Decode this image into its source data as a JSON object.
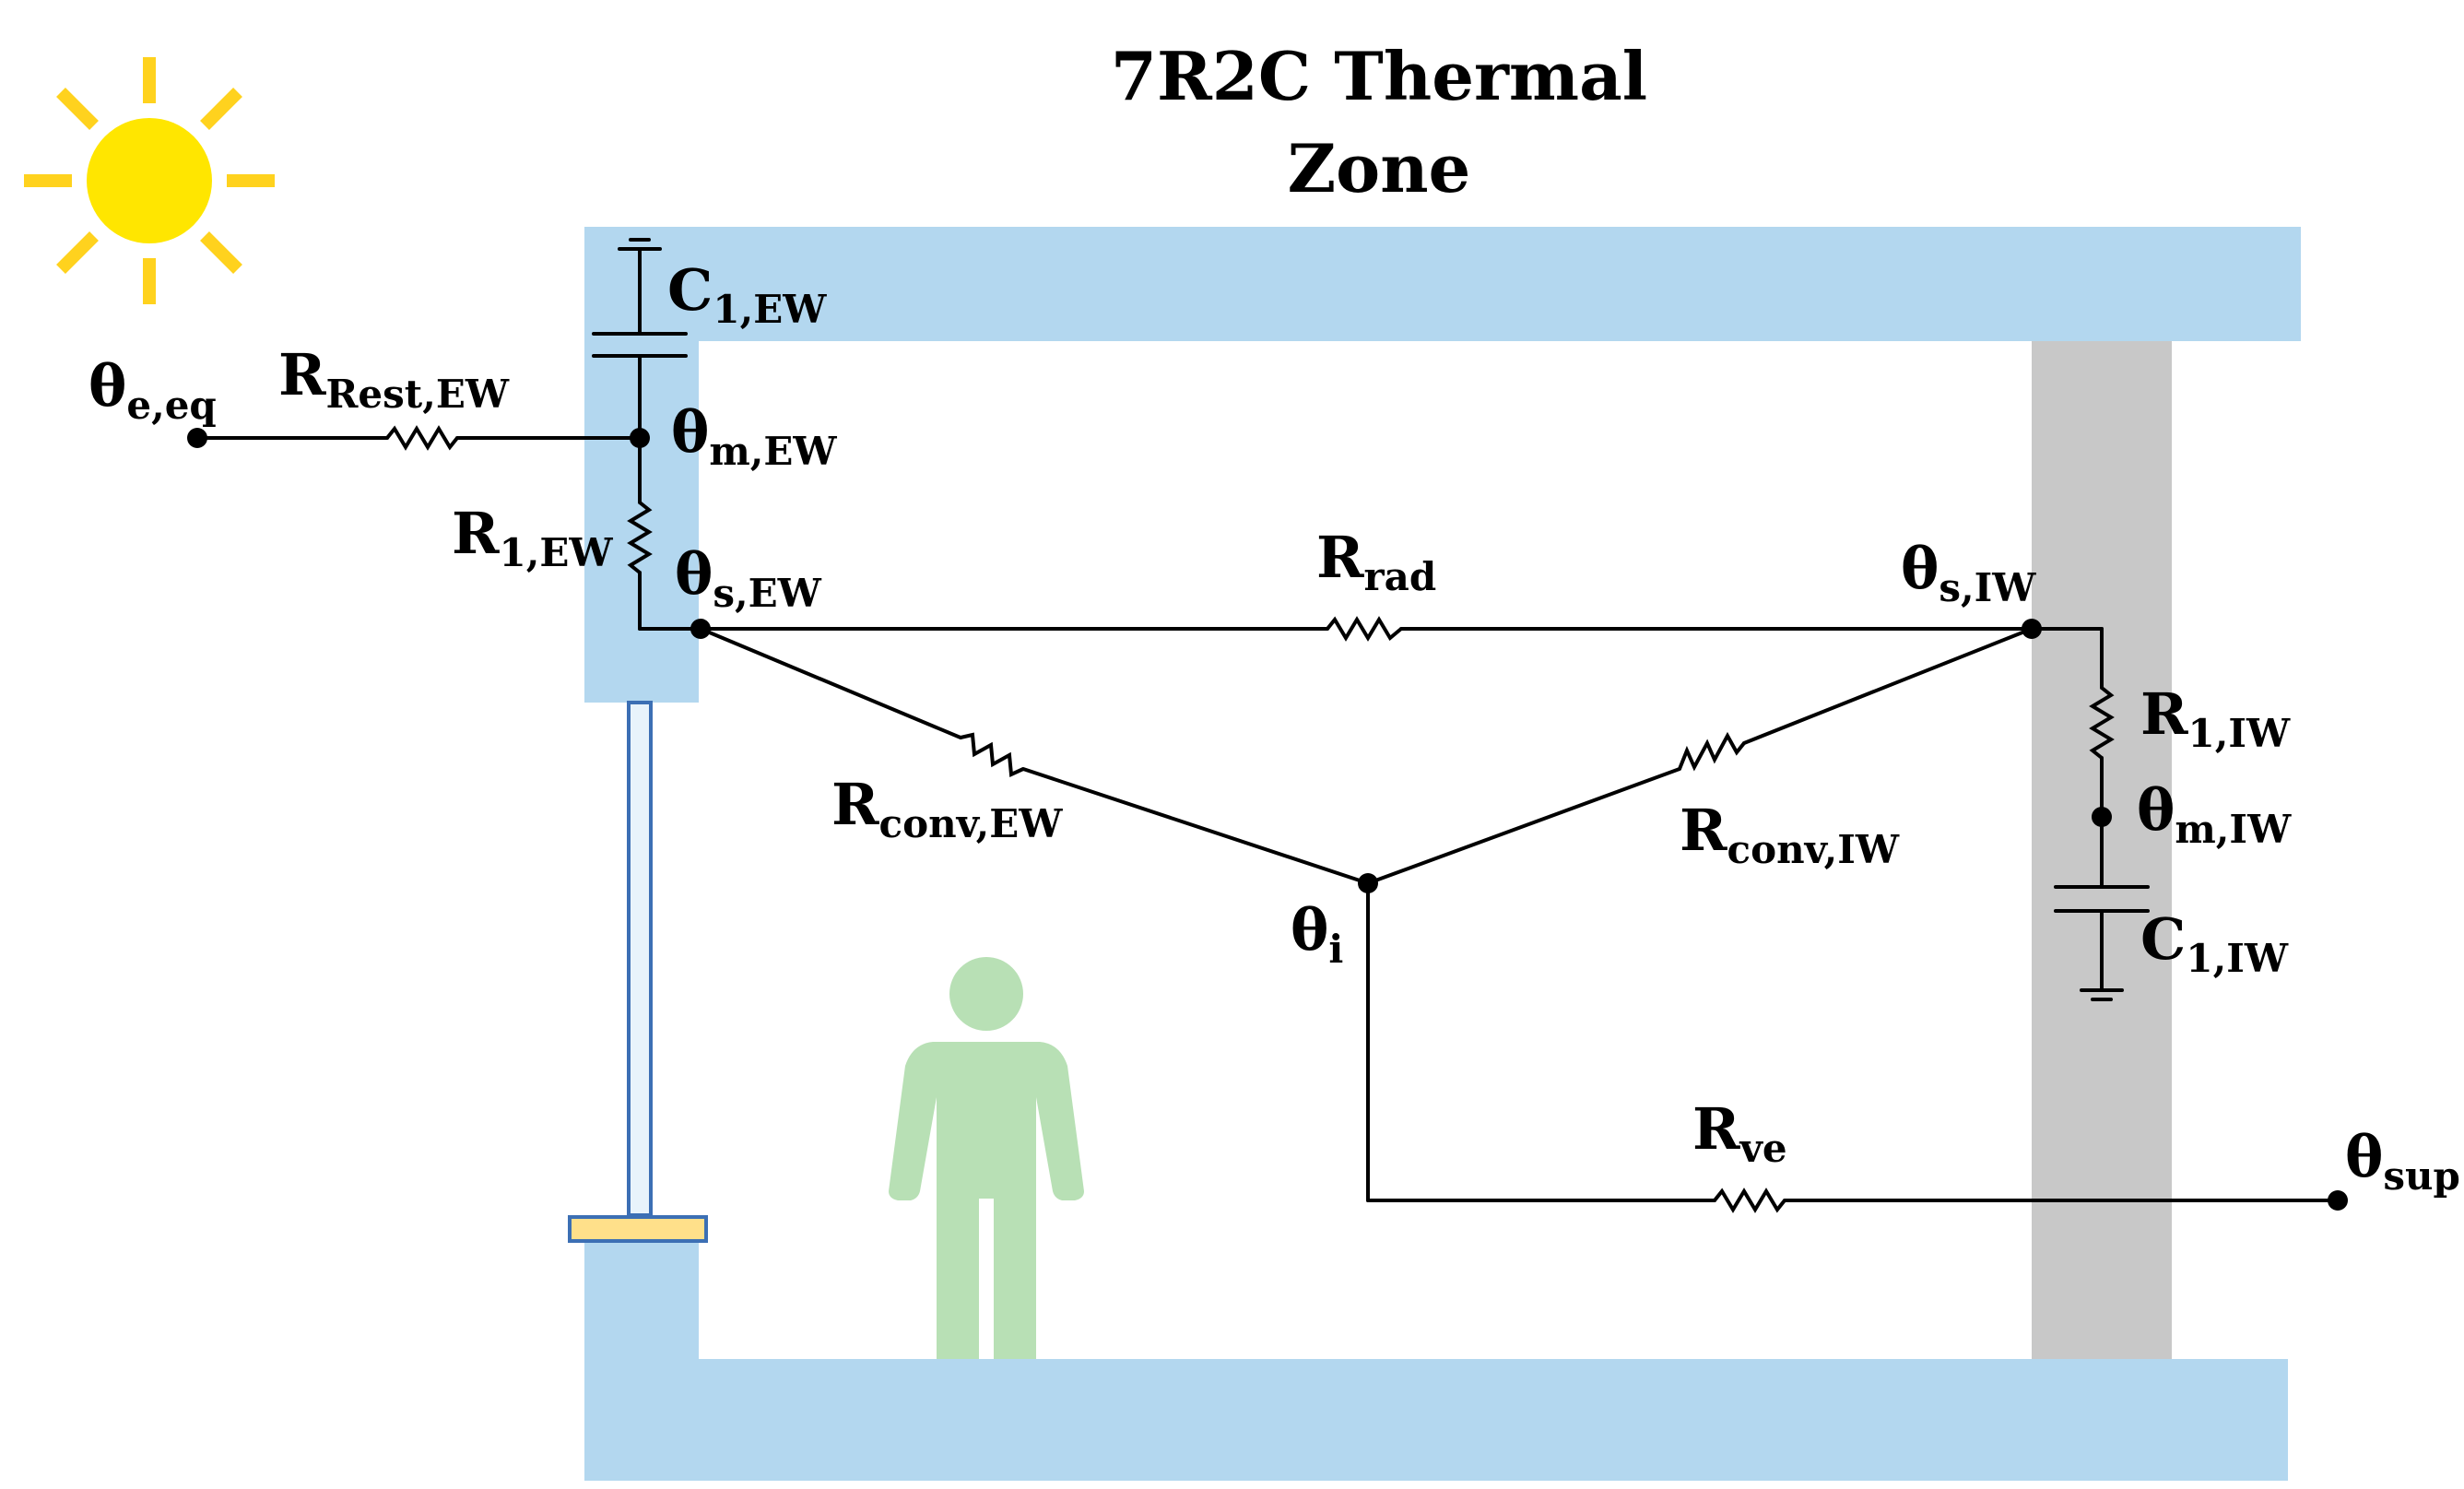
{
  "title": {
    "line1": "7R2C Thermal",
    "line2": "Zone"
  },
  "colors": {
    "wall": "#b3d7ef",
    "internal_wall": "#c8c8c8",
    "sun": "#ffe600",
    "sun_rays": "#ffd21e",
    "person": "#b8e0b5",
    "window_sill": "#ffe08a",
    "window_frame": "#3c6fb4",
    "wire": "#000000"
  },
  "icons": {
    "sun": "sun-icon",
    "person": "person-icon"
  },
  "labels": {
    "theta_e_eq": {
      "main": "θ",
      "sub": "e,eq"
    },
    "r_rest_ew": {
      "main": "R",
      "sub": "Rest,EW"
    },
    "c1_ew": {
      "main": "C",
      "sub": "1,EW"
    },
    "theta_m_ew": {
      "main": "θ",
      "sub": "m,EW"
    },
    "r1_ew": {
      "main": "R",
      "sub": "1,EW"
    },
    "theta_s_ew": {
      "main": "θ",
      "sub": "s,EW"
    },
    "r_rad": {
      "main": "R",
      "sub": "rad"
    },
    "theta_s_iw": {
      "main": "θ",
      "sub": "s,IW"
    },
    "r1_iw": {
      "main": "R",
      "sub": "1,IW"
    },
    "theta_m_iw": {
      "main": "θ",
      "sub": "m,IW"
    },
    "c1_iw": {
      "main": "C",
      "sub": "1,IW"
    },
    "r_conv_ew": {
      "main": "R",
      "sub": "conv,EW"
    },
    "r_conv_iw": {
      "main": "R",
      "sub": "conv,IW"
    },
    "theta_i": {
      "main": "θ",
      "sub": "i"
    },
    "r_ve": {
      "main": "R",
      "sub": "ve"
    },
    "theta_sup": {
      "main": "θ",
      "sub": "sup"
    }
  }
}
